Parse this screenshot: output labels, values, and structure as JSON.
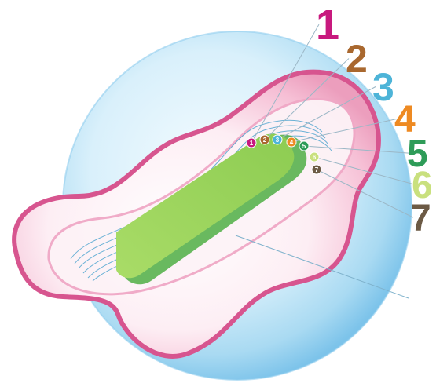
{
  "layers": [
    {
      "id": "1",
      "color": "#c8197e"
    },
    {
      "id": "2",
      "color": "#a9682f"
    },
    {
      "id": "3",
      "color": "#4db4d8"
    },
    {
      "id": "4",
      "color": "#ee8a22"
    },
    {
      "id": "5",
      "color": "#2e9c58"
    },
    {
      "id": "6",
      "color": "#c9e07e"
    },
    {
      "id": "7",
      "color": "#6c5a45"
    }
  ],
  "colors": {
    "sphere_light": "#f3fbff",
    "sphere_mid": "#bfe3f6",
    "sphere_edge": "#7cc3ea",
    "pad_outline": "#d7558f",
    "pad_fill": "#f7c9dc",
    "pad_light": "#fdeef4",
    "core_green": "#9ed45e",
    "core_green_dark": "#4fae44",
    "layer_lines": "#3a9ccb"
  },
  "icons": [
    "sanitary-pad-icon",
    "absorbent-core-icon"
  ]
}
